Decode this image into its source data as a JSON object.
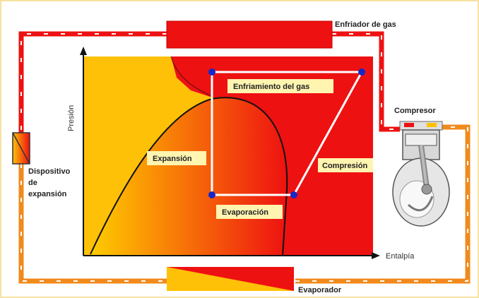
{
  "labels": {
    "gas_cooler": "Enfriador de gas",
    "compressor": "Compresor",
    "expansion_device_line1": "Dispositivo",
    "expansion_device_line2": "de",
    "expansion_device_line3": "expansión",
    "evaporator": "Evaporador",
    "pressure_axis": "Presión",
    "enthalpy_axis": "Entalpía",
    "gas_cooling": "Enfriamiento del gas",
    "expansion": "Expansión",
    "compression": "Compresión",
    "evaporation": "Evaporación"
  },
  "colors": {
    "red": "#ee1111",
    "yellow": "#ffc107",
    "orange": "#f08a1c",
    "label_bg": "#fff4b0",
    "point": "#1428c8"
  }
}
